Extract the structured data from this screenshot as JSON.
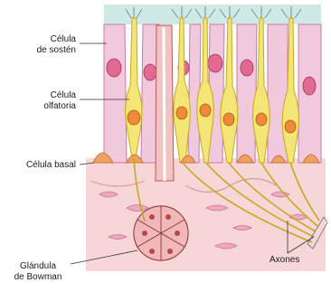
{
  "labels": {
    "support_cell": [
      "Célula",
      "de sostén"
    ],
    "olfactory_cell": [
      "Célula",
      "olfatoria"
    ],
    "basal_cell": "Célula basal",
    "bowman_gland": [
      "Glándula",
      "de Bowman"
    ],
    "axons": "Axones"
  },
  "colors": {
    "mucus": "#cfe9e6",
    "support_cell": "#f1c9dc",
    "support_cell_edge": "#c67aa2",
    "support_nucleus": "#e26a92",
    "olfactory_cell": "#f4e676",
    "olfactory_edge": "#c7a820",
    "olfactory_nucleus": "#ef8a3a",
    "basal_cell": "#f0a060",
    "connective_tissue": "#f6d6d6",
    "gland": "#e39a9a",
    "gland_nucleus": "#b84848",
    "leader": "#333333"
  }
}
